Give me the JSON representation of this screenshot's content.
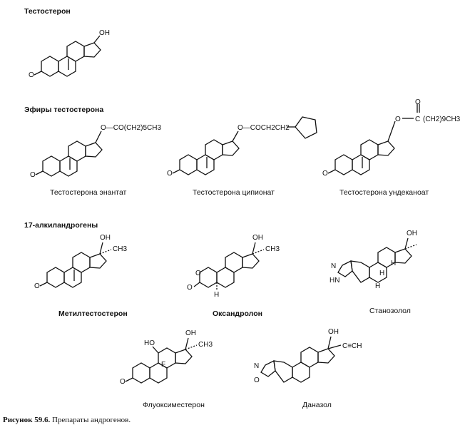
{
  "sections": {
    "testosterone": "Тестостерон",
    "esters": "Эфиры тестостерона",
    "alkyl": "17-алкиландрогены"
  },
  "compounds": {
    "enanthate": "Тестостерона энантат",
    "cypionate": "Тестостерона ципионат",
    "undecanoate": "Тестостерона ундеканоат",
    "methyltestosterone": "Метилтестостерон",
    "oxandrolone": "Оксандролон",
    "stanozolol": "Станозолол",
    "fluoxymesterone": "Флуоксиместерон",
    "danazol": "Даназол"
  },
  "atoms": {
    "oh": "OH",
    "o": "O",
    "ch3": "CH3",
    "h": "H",
    "n": "N",
    "hn": "HN",
    "f": "F",
    "ho": "HO",
    "enanthate_chain": "O—CO(CH2)5CH3",
    "cypionate_chain": "O—COCH2CH2",
    "undec_c": "C",
    "undec_chain": "(CH2)9CH3",
    "ethynyl": "C≡CH"
  },
  "caption": {
    "number": "Рисунок 59.6.",
    "text": "Препараты андрогенов."
  }
}
